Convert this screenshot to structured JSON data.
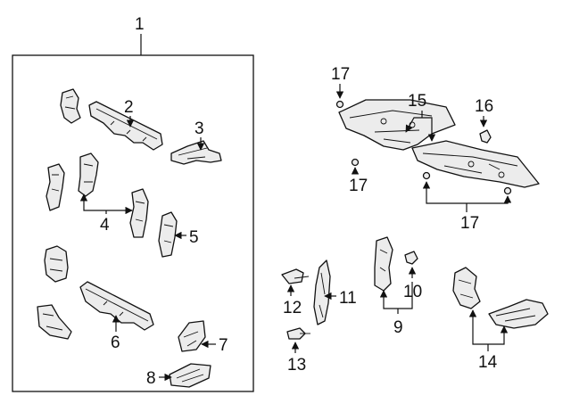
{
  "callouts": {
    "c1": "1",
    "c2": "2",
    "c3": "3",
    "c4": "4",
    "c5": "5",
    "c6": "6",
    "c7": "7",
    "c8": "8",
    "c9": "9",
    "c10": "10",
    "c11": "11",
    "c12": "12",
    "c13": "13",
    "c14": "14",
    "c15": "15",
    "c16": "16",
    "c17a": "17",
    "c17b": "17",
    "c17c": "17"
  }
}
